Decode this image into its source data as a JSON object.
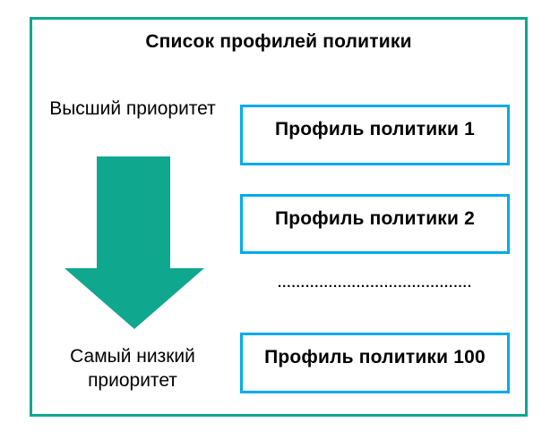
{
  "colors": {
    "frame_teal": "#0fa78e",
    "arrow_teal": "#0fa78e",
    "box_blue": "#00abea",
    "text_black": "#000000",
    "background": "#ffffff"
  },
  "diagram": {
    "title": "Список профилей политики",
    "high_priority_label": "Высший приоритет",
    "low_priority_label_line1": "Самый низкий",
    "low_priority_label_line2": "приоритет",
    "arrow_direction": "down",
    "ellipsis": "..........................................",
    "profiles": [
      {
        "label": "Профиль политики 1"
      },
      {
        "label": "Профиль политики 2"
      },
      {
        "label": "Профиль политики 100"
      }
    ]
  }
}
